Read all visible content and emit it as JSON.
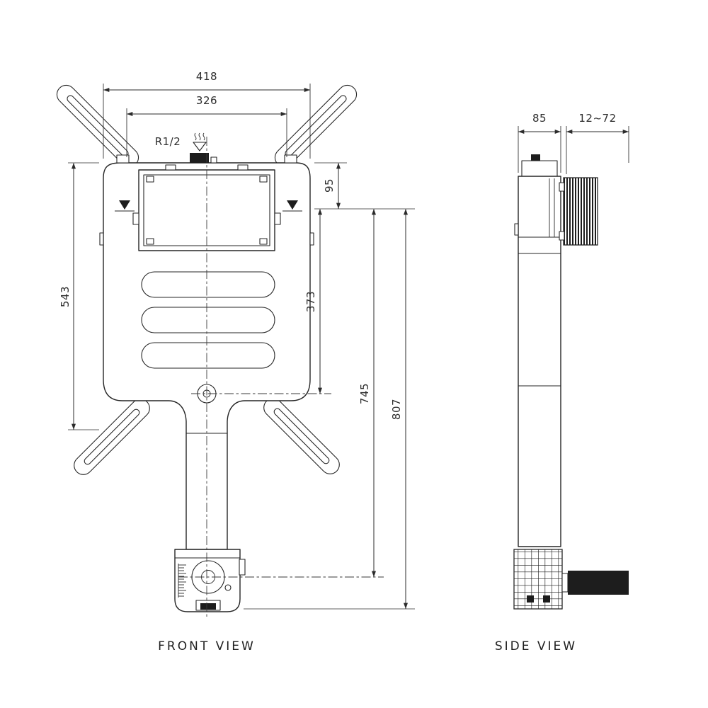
{
  "front": {
    "label": "FRONT VIEW",
    "dims": {
      "overall_width": "418",
      "mounting_width": "326",
      "inlet_thread": "R1/2",
      "top_to_datum": "95",
      "body_height": "543",
      "datum_to_port": "373",
      "datum_to_outlet": "745",
      "overall_height": "807"
    }
  },
  "side": {
    "label": "SIDE VIEW",
    "dims": {
      "body_depth": "85",
      "panel_adjust_range": "12~72"
    }
  },
  "colors": {
    "line": "#262626",
    "fill_dark": "#1d1d1d",
    "background": "#ffffff"
  }
}
